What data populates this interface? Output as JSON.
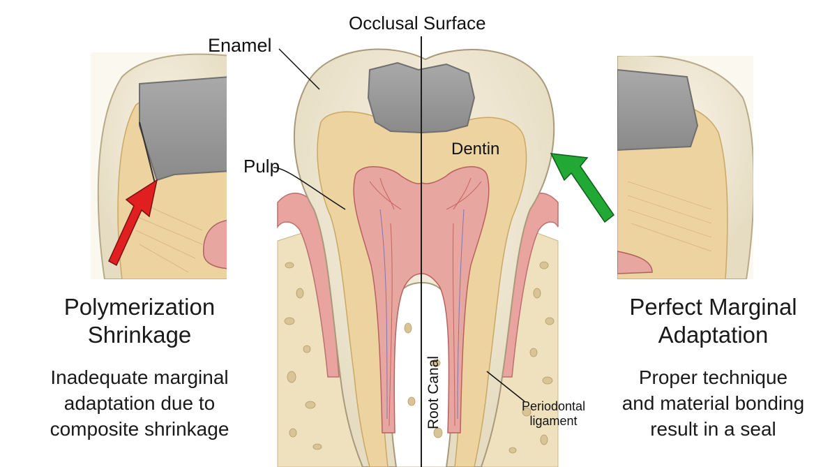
{
  "labels": {
    "occlusal_surface": "Occlusal Surface",
    "enamel": "Enamel",
    "pulp": "Pulp",
    "dentin": "Dentin",
    "root_canal": "Root Canal",
    "periodontal_ligament": [
      "Periodontal",
      "ligament"
    ]
  },
  "left_panel": {
    "title": [
      "Polymerization",
      "Shrinkage"
    ],
    "description": [
      "Inadequate marginal",
      "adaptation due to",
      "composite shrinkage"
    ],
    "arrow_color": "#e02020"
  },
  "right_panel": {
    "title": [
      "Perfect Marginal",
      "Adaptation"
    ],
    "description": [
      "Proper technique",
      "and material bonding",
      "result in a seal"
    ],
    "arrow_color": "#22a834"
  },
  "colors": {
    "enamel": "#f1ead6",
    "dentin": "#ecd3a0",
    "pulp": "#e7a6a0",
    "filling": "#9a9a9a",
    "gum": "#e9a4a0",
    "bone": "#efe1bd"
  }
}
